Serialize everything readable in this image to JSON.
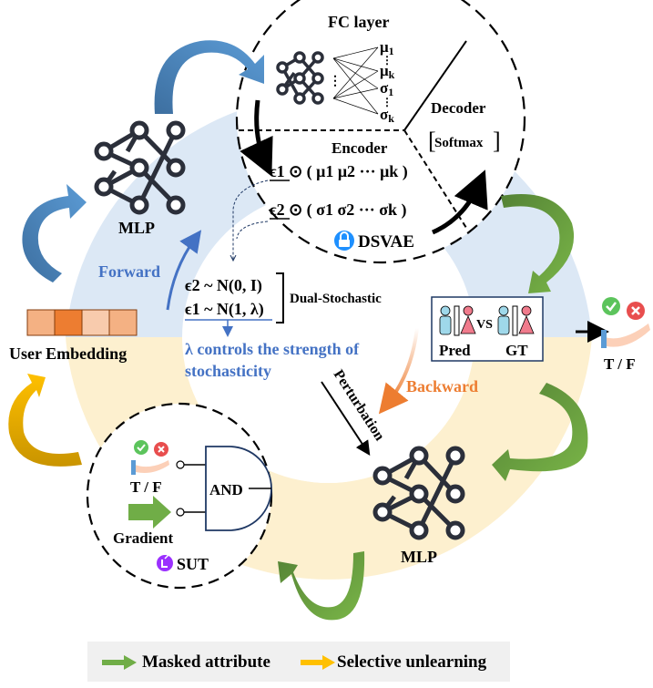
{
  "title": "DSVAE unlearning framework diagram",
  "colors": {
    "forward_blue": "#4472c4",
    "blue_arrow": "#4a86c5",
    "blue_region": "#dce8f5",
    "yellow_region": "#fdf0cf",
    "backward_orange": "#ed7d31",
    "green_arrow": "#70ad47",
    "yellow_arrow": "#f5b800",
    "embedding_cells": [
      "#f4b183",
      "#ed7d31",
      "#f8cbad",
      "#f4b183"
    ],
    "icon_dark": "#2b2f3a",
    "legend_bg": "#f0f0f0"
  },
  "dsvae": {
    "fc_layer_label": "FC layer",
    "outputs": [
      "μ1",
      "⋮",
      "μk",
      "σ1",
      "⋮",
      "σk"
    ],
    "decoder_label": "Decoder",
    "softmax_label": "Softmax",
    "encoder_label": "Encoder",
    "mu_vector": "ϵ1 ⊙ ( μ1 μ2 ··· μk )",
    "sigma_vector": "ϵ2 ⊙ ( σ1 σ2 ··· σk )",
    "module_label": "DSVAE",
    "module_icon": "lock-icon"
  },
  "stochastic": {
    "eps2": "ϵ2 ~ N(0, I)",
    "eps1": "ϵ1 ~ N(1, λ)",
    "bracket_label": "Dual-Stochastic",
    "note_line1": "λ controls the strength of",
    "note_line2": "stochasticity"
  },
  "mlp_top": {
    "label": "MLP"
  },
  "mlp_bottom": {
    "label": "MLP"
  },
  "user_embedding": {
    "label": "User Embedding",
    "cells": 4
  },
  "flow": {
    "forward": "Forward",
    "backward": "Backward",
    "perturbation": "Perturbation"
  },
  "comparison": {
    "pred_label": "Pred",
    "vs_label": "VS",
    "gt_label": "GT",
    "result_label": "T / F"
  },
  "sut": {
    "tf_label": "T / F",
    "gate_label": "AND",
    "gradient_label": "Gradient",
    "module_label": "SUT"
  },
  "legend": {
    "items": [
      {
        "label": "Masked attribute",
        "color": "#70ad47"
      },
      {
        "label": "Selective unlearning",
        "color": "#ffc000"
      }
    ]
  }
}
